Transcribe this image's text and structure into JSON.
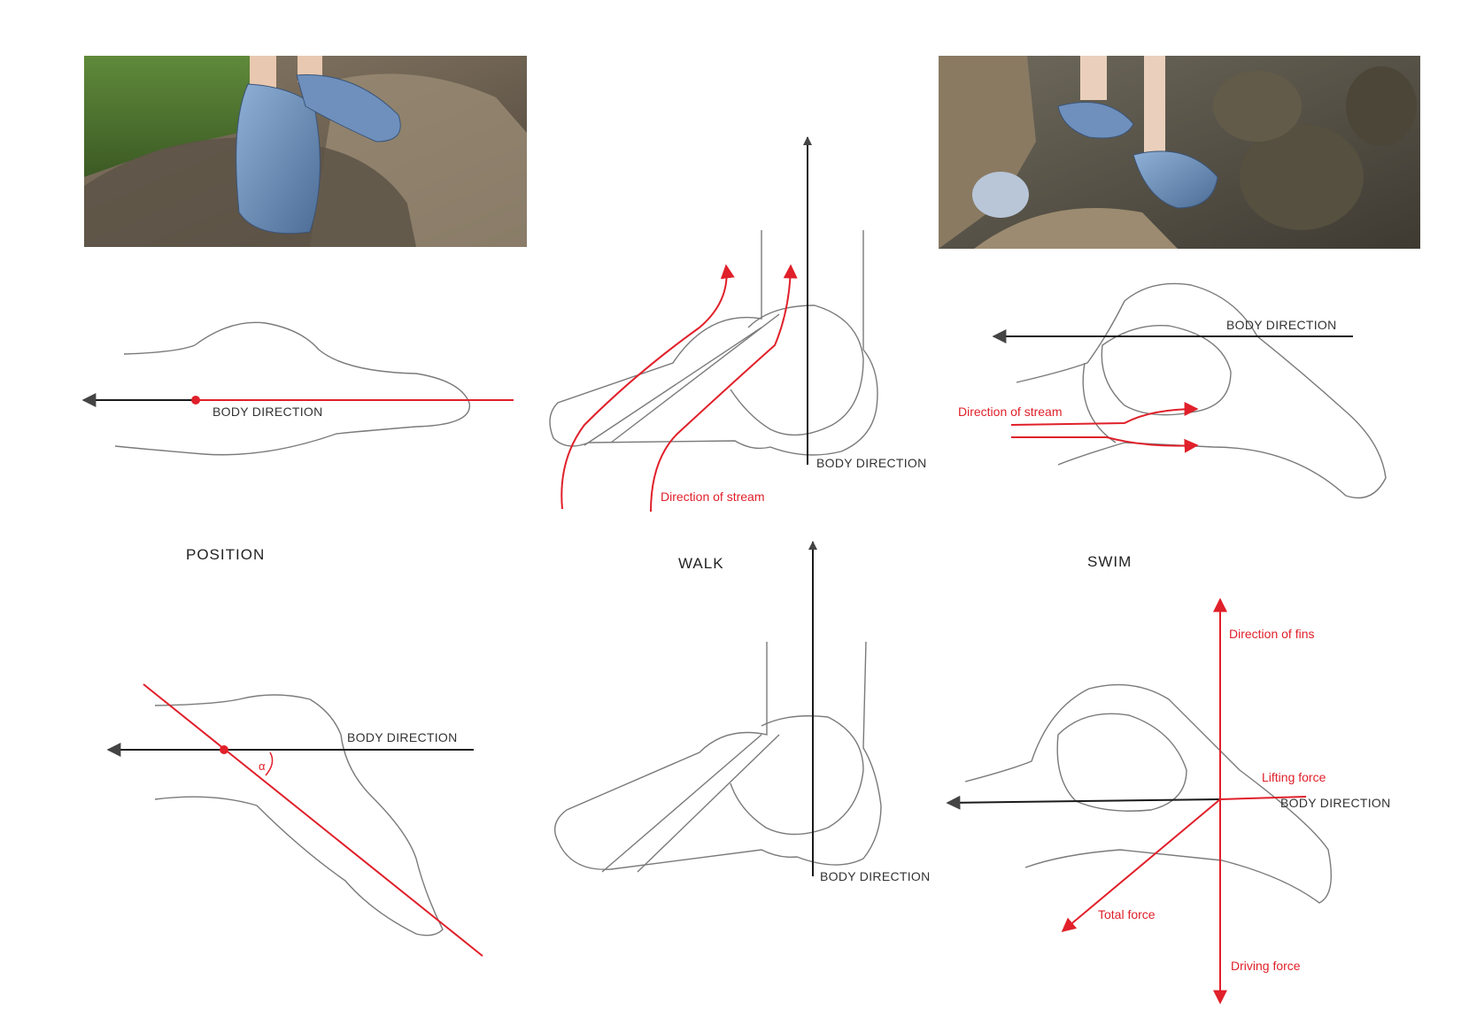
{
  "colors": {
    "accent_red": "#e0202a",
    "arrow_black": "#1a1a1a",
    "outline_gray": "#7a7a7a"
  },
  "photos": {
    "left": {
      "icon": "photo-feet-on-rock"
    },
    "right": {
      "icon": "photo-feet-in-stream"
    }
  },
  "sections": {
    "position": {
      "title": "POSITION"
    },
    "walk": {
      "title": "WALK"
    },
    "swim": {
      "title": "SWIM"
    }
  },
  "labels": {
    "body_direction": "BODY DIRECTION",
    "direction_of_stream": "Direction of stream",
    "direction_of_fins": "Direction of fins",
    "lifting_force": "Lifting force",
    "total_force": "Total force",
    "driving_force": "Driving force"
  }
}
